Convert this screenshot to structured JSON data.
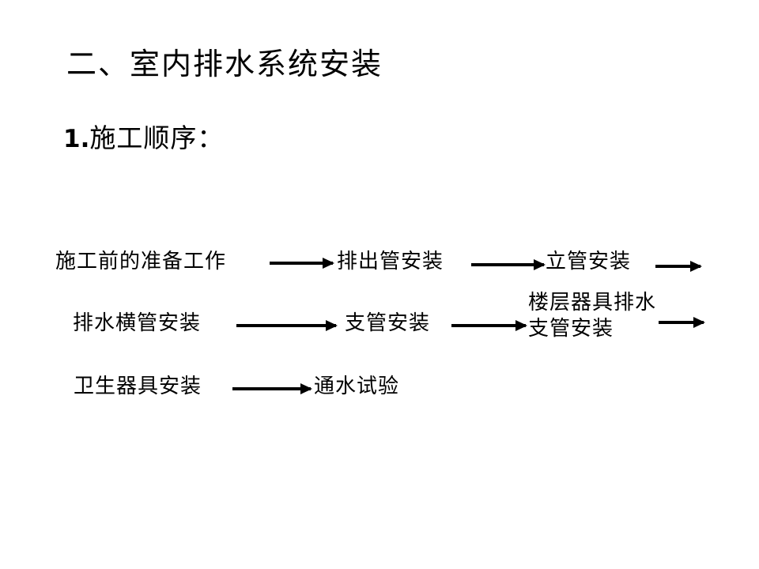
{
  "slide": {
    "background_color": "#ffffff",
    "text_color": "#000000",
    "heading_main": "二、室内排水系统安装",
    "heading_sub_number": "1.",
    "heading_sub_text": "施工顺序："
  },
  "flow": {
    "rows": [
      {
        "id": "row-1",
        "nodes": [
          "施工前的准备工作",
          "排出管安装",
          "立管安装"
        ],
        "trailing_arrow": true
      },
      {
        "id": "row-2",
        "nodes": [
          "排水横管安装",
          "支管安装",
          "楼层器具排水支管安装"
        ],
        "trailing_arrow": true
      },
      {
        "id": "row-3",
        "nodes": [
          "卫生器具安装",
          "通水试验"
        ],
        "trailing_arrow": false
      }
    ],
    "sequence": [
      "施工前的准备工作",
      "排出管安装",
      "立管安装",
      "排水横管安装",
      "支管安装",
      "楼层器具排水支管安装",
      "卫生器具安装",
      "通水试验"
    ],
    "arrow_color": "#000000",
    "arrow_glyph": "→"
  }
}
